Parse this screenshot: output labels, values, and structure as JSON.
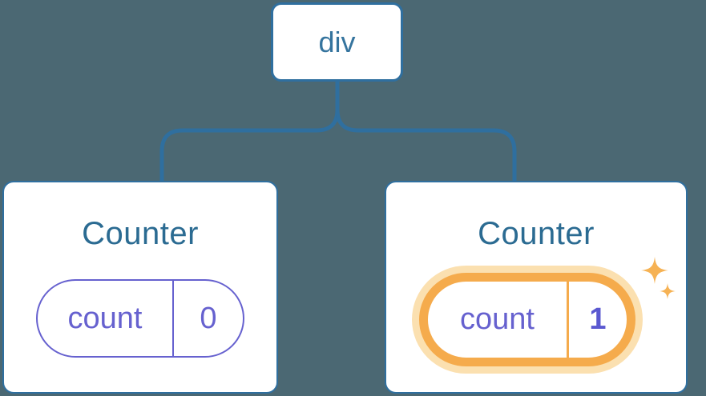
{
  "diagram": {
    "root": {
      "label": "div"
    },
    "children": [
      {
        "title": "Counter",
        "state": {
          "key": "count",
          "value": "0"
        },
        "highlighted": false
      },
      {
        "title": "Counter",
        "state": {
          "key": "count",
          "value": "1"
        },
        "highlighted": true
      }
    ],
    "colors": {
      "background": "#4b6873",
      "card_bg": "#ffffff",
      "line_blue": "#2f6f9f",
      "div_text": "#35749e",
      "title_blue": "#2b6b92",
      "state_purple": "#6661cf",
      "value_bold_purple": "#5a58d0",
      "highlight_orange": "#f5ab4c",
      "highlight_halo": "#fbe0b0",
      "sparkle": "#f6b254"
    }
  }
}
